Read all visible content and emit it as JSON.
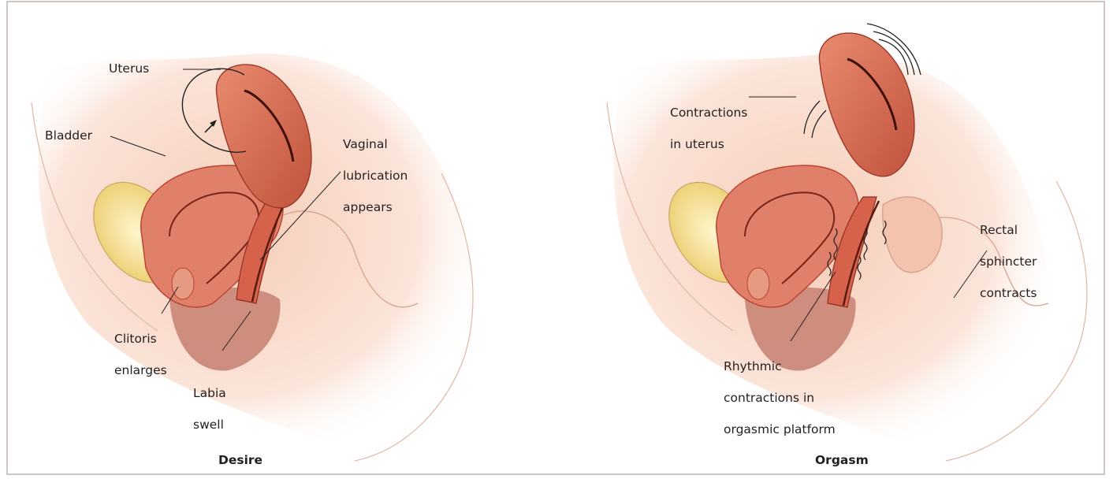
{
  "panels": [
    {
      "caption": "Desire",
      "labels": {
        "uterus": "Uterus",
        "bladder": "Bladder",
        "vaginal_line1": "Vaginal",
        "vaginal_line2": "lubrication",
        "vaginal_line3": "appears",
        "clitoris_line1": "Clitoris",
        "clitoris_line2": "enlarges",
        "labia_line1": "Labia",
        "labia_line2": "swell"
      }
    },
    {
      "caption": "Orgasm",
      "labels": {
        "contractions_line1": "Contractions",
        "contractions_line2": "in uterus",
        "rectal_line1": "Rectal",
        "rectal_line2": "sphincter",
        "rectal_line3": "contracts",
        "rhythmic_line1": "Rhythmic",
        "rhythmic_line2": "contractions in",
        "rhythmic_line3": "orgasmic platform"
      }
    }
  ],
  "colors": {
    "skin_light": "#fbe3d8",
    "skin_mid": "#f5c9b4",
    "tissue": "#e0705a",
    "tissue_dark": "#b9412f",
    "bladder_fat": "#f7e49a",
    "labia": "#c97d6f",
    "frame": "#cfc6c1"
  }
}
